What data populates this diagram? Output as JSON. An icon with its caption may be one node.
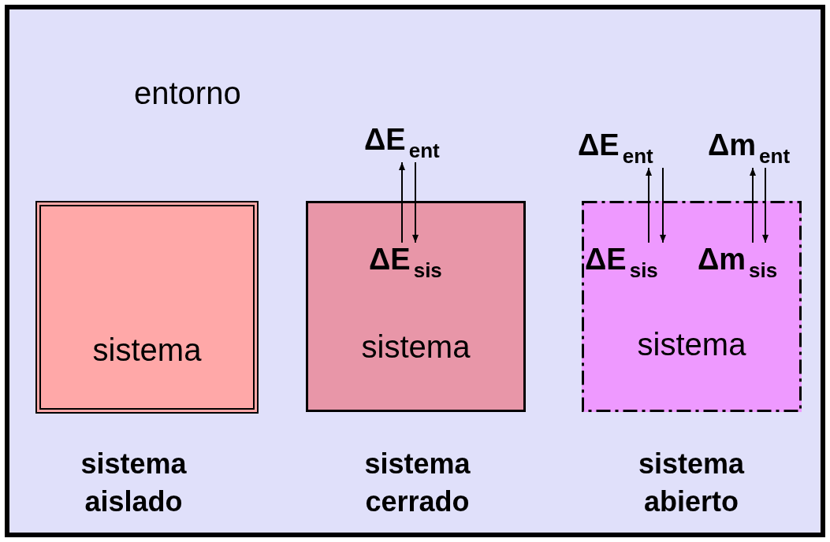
{
  "diagram": {
    "nodes": [
      {
        "text": [
          "entorno"
        ]
      },
      {
        "text": [
          "sistema"
        ],
        "beside": [
          "sistema aislado"
        ],
        "in": 0
      },
      {
        "text": [
          "ΔE$_{ent}$"
        ],
        "in": 0
      },
      {
        "text": [
          "sistema"
        ],
        "beside": [
          "sistema cerrado"
        ],
        "in": 0
      },
      {
        "text": [
          "ΔE$_{sis}$"
        ],
        "in": 3
      },
      {
        "text": [
          "ΔE$_{ent}$"
        ],
        "in": 0
      },
      {
        "text": [
          "Δm$_{ent}$"
        ],
        "in": 0
      },
      {
        "text": [
          "sistema"
        ],
        "beside": [
          "sistema abierto"
        ],
        "in": 0
      },
      {
        "text": [
          "ΔE$_{sis}$"
        ],
        "in": 7
      },
      {
        "text": [
          "Δm$_{sis}$"
        ],
        "in": 7
      }
    ],
    "edges": [
      {
        "from": 4,
        "to": 2,
        "arrow": "to"
      },
      {
        "from": 2,
        "to": 4,
        "arrow": "to"
      },
      {
        "from": 8,
        "to": 5,
        "arrow": "to"
      },
      {
        "from": 5,
        "to": 8,
        "arrow": "to"
      },
      {
        "from": 9,
        "to": 6,
        "arrow": "to"
      },
      {
        "from": 6,
        "to": 9,
        "arrow": "to"
      }
    ]
  }
}
